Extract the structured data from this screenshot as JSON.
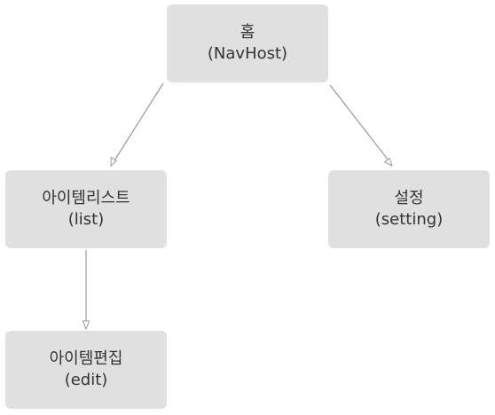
{
  "nodes": {
    "home": {
      "label": "홈",
      "sub": "(NavHost)"
    },
    "list": {
      "label": "아이템리스트",
      "sub": "(list)"
    },
    "setting": {
      "label": "설정",
      "sub": "(setting)"
    },
    "edit": {
      "label": "아이템편집",
      "sub": "(edit)"
    }
  },
  "edges": [
    {
      "from": "home",
      "to": "list"
    },
    {
      "from": "home",
      "to": "setting"
    },
    {
      "from": "list",
      "to": "edit"
    }
  ],
  "colors": {
    "node_fill": "#e0e0e0",
    "edge": "#9a9a9a",
    "text": "#333333"
  }
}
